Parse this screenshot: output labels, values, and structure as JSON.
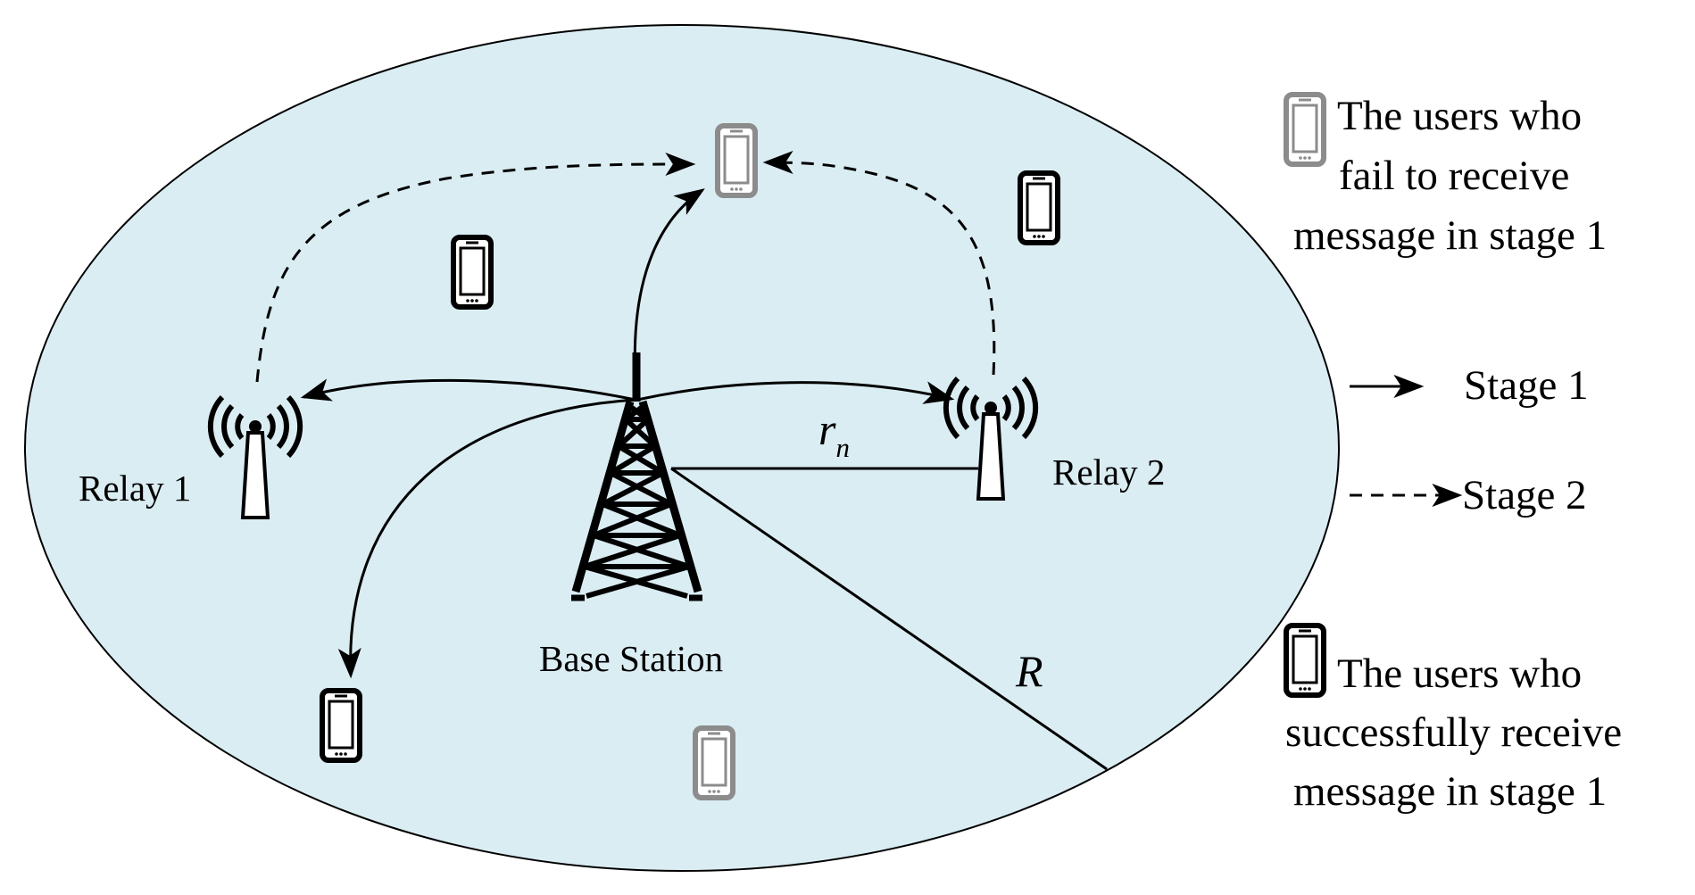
{
  "labels": {
    "relay1": "Relay 1",
    "relay2": "Relay 2",
    "base_station": "Base Station",
    "r_n_main": "r",
    "r_n_sub": "n",
    "R": "R"
  },
  "legend": {
    "fail_lines": [
      "The users who",
      "fail to receive",
      "message in stage 1"
    ],
    "success_lines": [
      "The users who",
      "successfully receive",
      "message in stage 1"
    ],
    "stage1": "Stage 1",
    "stage2": "Stage 2"
  },
  "colors": {
    "cell_fill": "#daedf3",
    "fail_user": "#8c8c8c",
    "success_user": "#000000"
  },
  "icons": {
    "tower": "cell-tower-icon",
    "relay": "relay-antenna-icon",
    "phone": "mobile-phone-icon"
  }
}
